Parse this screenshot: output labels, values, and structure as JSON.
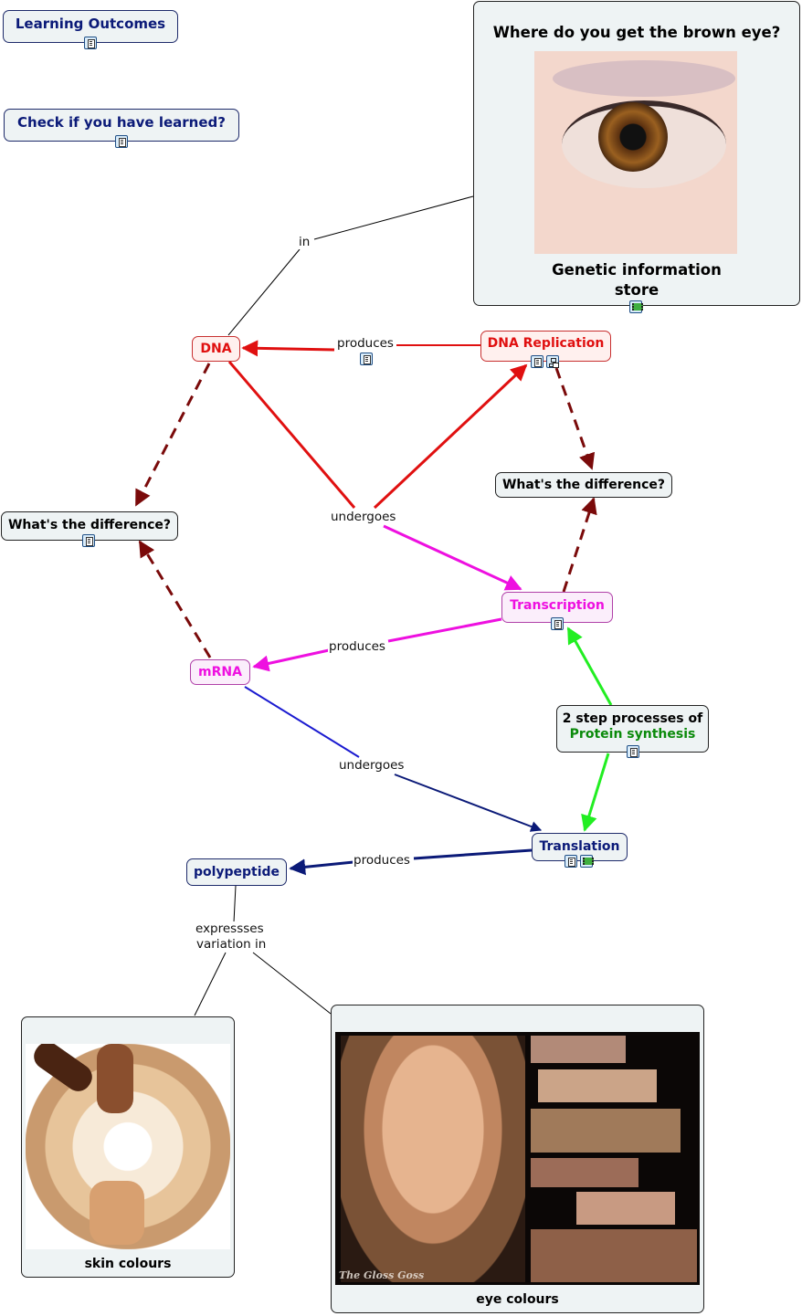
{
  "nodes": {
    "learning_outcomes": "Learning Outcomes",
    "check_learned": "Check if you have learned?",
    "brown_eye_question": "Where do you get the brown eye?",
    "genetic_store_line1": "Genetic information",
    "genetic_store_line2": "store",
    "dna": "DNA",
    "dna_replication": "DNA Replication",
    "diff_left": "What's the difference?",
    "diff_right": "What's the difference?",
    "transcription": "Transcription",
    "mrna": "mRNA",
    "protein_line1": "2 step processes of",
    "protein_line2": "Protein synthesis",
    "translation": "Translation",
    "polypeptide": "polypeptide",
    "skin_colours": "skin colours",
    "eye_colours": "eye colours",
    "watermark": "The Gloss Goss"
  },
  "links": {
    "in": "in",
    "produces_dna": "produces",
    "undergoes_dna": "undergoes",
    "produces_mrna": "produces",
    "undergoes_mrna": "undergoes",
    "produces_poly": "produces",
    "expresses_line1": "expressses",
    "expresses_line2": "variation in"
  },
  "colors": {
    "navy": "#0b1a78",
    "red": "#e01010",
    "magenta": "#ee10e0",
    "green_arrow": "#22ee22",
    "dark_red_dashed": "#7a0a0a",
    "blue_link": "#1a1ad0"
  },
  "icons": [
    "document-icon",
    "film-icon",
    "concept-map-icon"
  ]
}
